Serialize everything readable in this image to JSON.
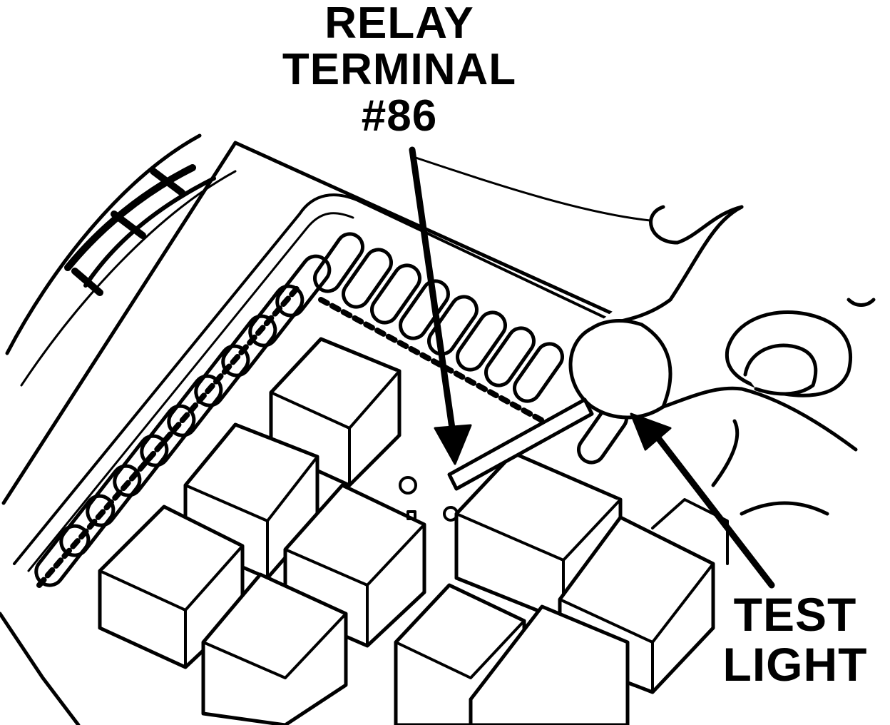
{
  "labels": {
    "relay_terminal": [
      "RELAY",
      "TERMINAL",
      "#86"
    ],
    "test_light": [
      "TEST",
      "LIGHT"
    ]
  },
  "colors": {
    "ink": "#000000",
    "paper": "#ffffff"
  }
}
